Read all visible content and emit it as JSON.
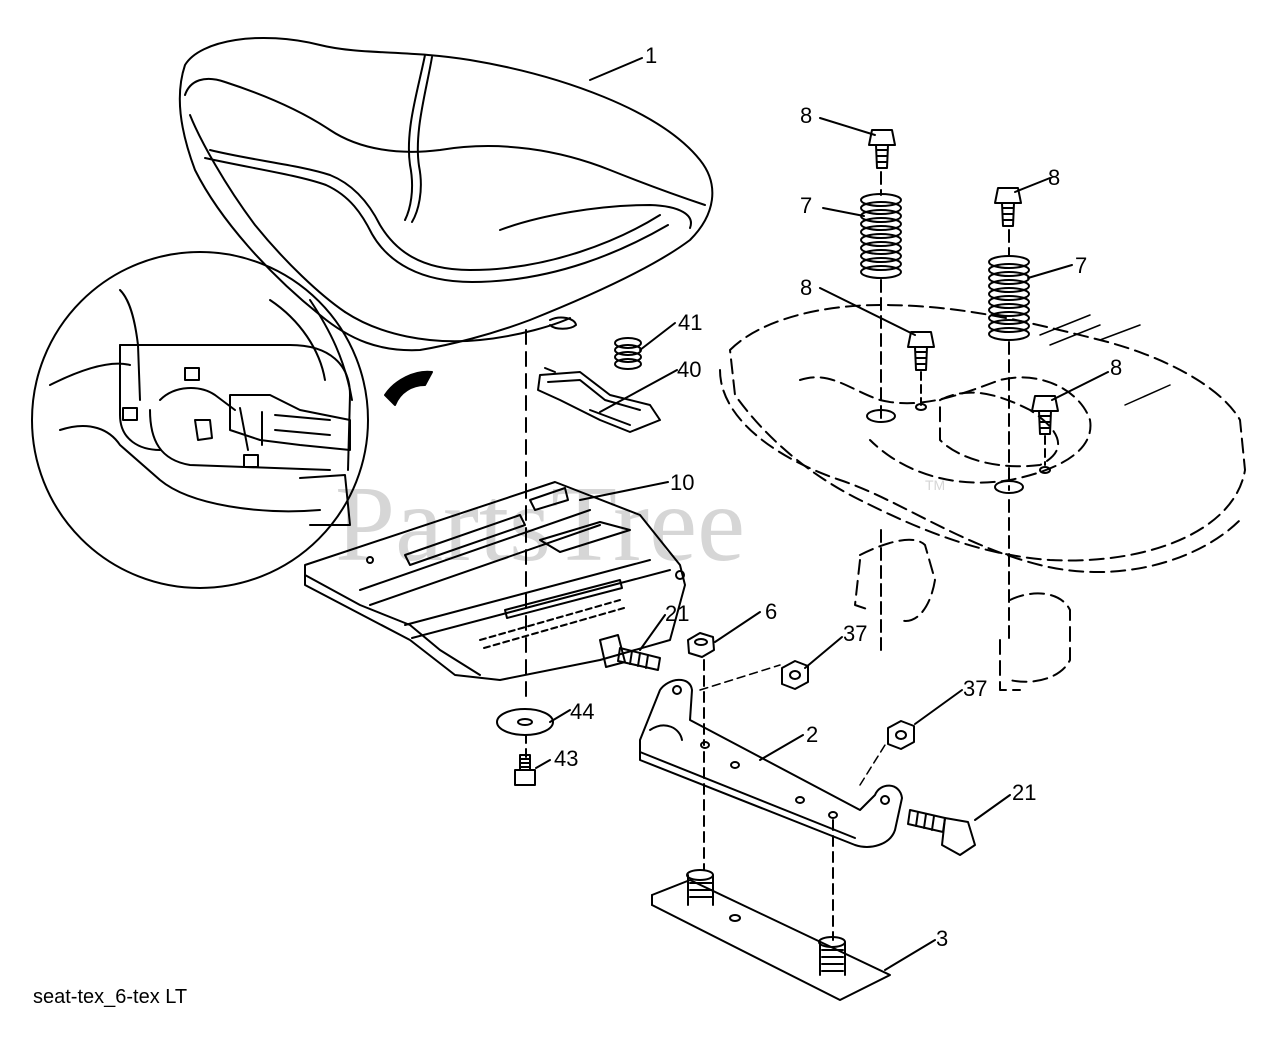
{
  "watermark": {
    "text": "PartsTree",
    "trademark": "TM"
  },
  "caption": "seat-tex_6-tex LT",
  "callouts": {
    "seat": "1",
    "bracket": "2",
    "plate": "3",
    "nut_6": "6",
    "spring_left": "7",
    "spring_right": "7",
    "bolt_top_left": "8",
    "bolt_top_right": "8",
    "bolt_mid_left": "8",
    "bolt_mid_right": "8",
    "seat_pan": "10",
    "bolt_21_left": "21",
    "bolt_21_right": "21",
    "nut_37_upper": "37",
    "nut_37_lower": "37",
    "clip": "40",
    "spring_41": "41",
    "bolt_43": "43",
    "washer_44": "44"
  },
  "colors": {
    "line": "#000000",
    "background": "#ffffff",
    "watermark": "#d6d6d6"
  }
}
